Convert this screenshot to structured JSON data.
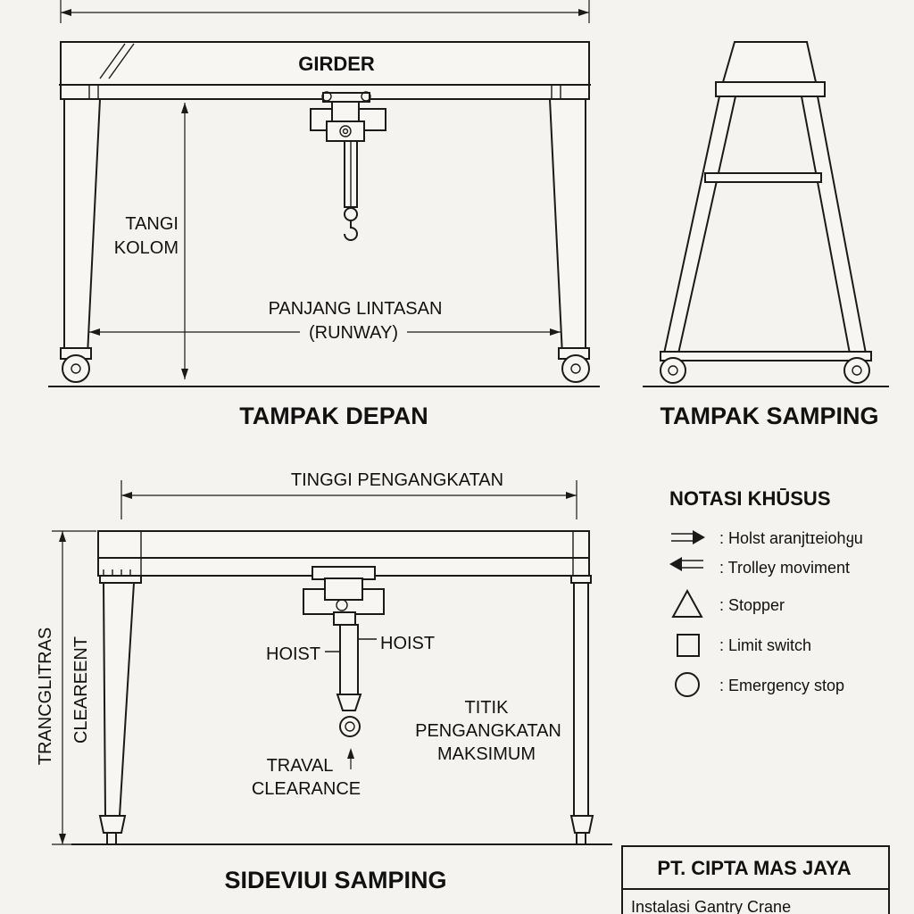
{
  "front_view": {
    "girder": "GIRDER",
    "column_height_line1": "TANGI",
    "column_height_line2": "KOLOM",
    "runway_line1": "PANJANG LINTASAN",
    "runway_line2": "(RUNWAY)",
    "title": "TAMPAK DEPAN"
  },
  "side_view": {
    "title": "TAMPAK SAMPING"
  },
  "side_detail": {
    "lift_height": "TINGGI PENGANGKATAN",
    "vertical_line1": "TRANCGLITRAS",
    "vertical_line2": "CLEAREENT",
    "hoist_left": "HOIST",
    "hoist_right": "HOIST",
    "travel_line1": "TRAVAL",
    "travel_line2": "CLEARANCE",
    "max_point_line1": "TITIK",
    "max_point_line2": "PENGANGKATAN",
    "max_point_line3": "MAKSIMUM",
    "title": "SIDEVIUI SAMPING"
  },
  "legend": {
    "title": "NOTASI KHŪSUS",
    "items": [
      {
        "icon": "arrow-right-icon",
        "label": ": Holst aranjtɪeiohყu"
      },
      {
        "icon": "arrow-left-icon",
        "label": ": Trolley moviment"
      },
      {
        "icon": "triangle-icon",
        "label": ": Stopper"
      },
      {
        "icon": "square-icon",
        "label": ": Limit switch"
      },
      {
        "icon": "circle-icon",
        "label": ": Emergency  stop"
      }
    ]
  },
  "title_block": {
    "company": "PT. CIPTA MAS JAYA",
    "project": "Instalasi Gantry Crane"
  }
}
